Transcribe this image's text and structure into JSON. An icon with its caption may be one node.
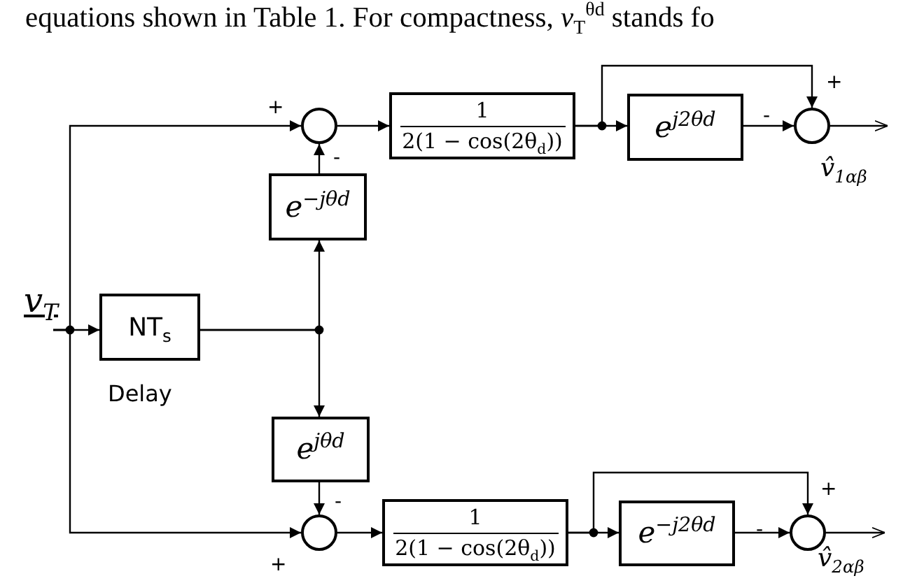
{
  "diagram": {
    "nodes": [
      {
        "text": [
          "*v*$_{T}$"
        ]
      },
      {
        "text": [],
        "shape": "circle"
      },
      {
        "text": [
          "1",
          "2(1 − cos(2θ$_{d}$))"
        ]
      },
      {
        "text": [
          "e$^{j2θd}$"
        ]
      },
      {
        "text": [],
        "shape": "circle"
      },
      {
        "text": [
          "e$^{−jθd}$"
        ]
      },
      {
        "text": [
          "NT$_{s}$"
        ],
        "beside": [
          "Delay"
        ]
      },
      {
        "text": [
          "e$^{jθd}$"
        ]
      },
      {
        "text": [],
        "shape": "circle"
      },
      {
        "text": [
          "1",
          "2(1 − cos(2θ$_{d}$))"
        ]
      },
      {
        "text": [
          "e$^{−j2θd}$"
        ]
      },
      {
        "text": [],
        "shape": "circle"
      },
      {
        "text": [
          "v̂$_{1αβ}$"
        ]
      },
      {
        "text": [
          "v̂$_{2αβ}$"
        ]
      }
    ],
    "edges": [
      {
        "from": 0,
        "to": 6,
        "arrow": "to"
      },
      {
        "from": 0,
        "to": 1,
        "arrow": "to"
      },
      {
        "from": 0,
        "to": 8,
        "arrow": "to"
      },
      {
        "from": 6,
        "to": 5,
        "arrow": "to"
      },
      {
        "from": 6,
        "to": 7,
        "arrow": "to"
      },
      {
        "from": 5,
        "to": 1,
        "arrow": "to"
      },
      {
        "from": 7,
        "to": 8,
        "arrow": "to"
      },
      {
        "from": 1,
        "to": 2,
        "arrow": "to"
      },
      {
        "from": 2,
        "to": 3,
        "arrow": "to"
      },
      {
        "from": 2,
        "to": 4,
        "arrow": "to"
      },
      {
        "from": 3,
        "to": 4,
        "arrow": "to"
      },
      {
        "from": 4,
        "to": 12,
        "arrow": "to"
      },
      {
        "from": 8,
        "to": 9,
        "arrow": "to"
      },
      {
        "from": 9,
        "to": 10,
        "arrow": "to"
      },
      {
        "from": 9,
        "to": 11,
        "arrow": "to"
      },
      {
        "from": 10,
        "to": 11,
        "arrow": "to"
      },
      {
        "from": 11,
        "to": 13,
        "arrow": "to"
      }
    ],
    "labels": [
      "equations shown in Table 1. For compactness, *v*$_{T}$$^{θd}$ stands fo",
      "+",
      "-",
      "+",
      "-",
      "-",
      "+",
      "+",
      "-"
    ]
  }
}
